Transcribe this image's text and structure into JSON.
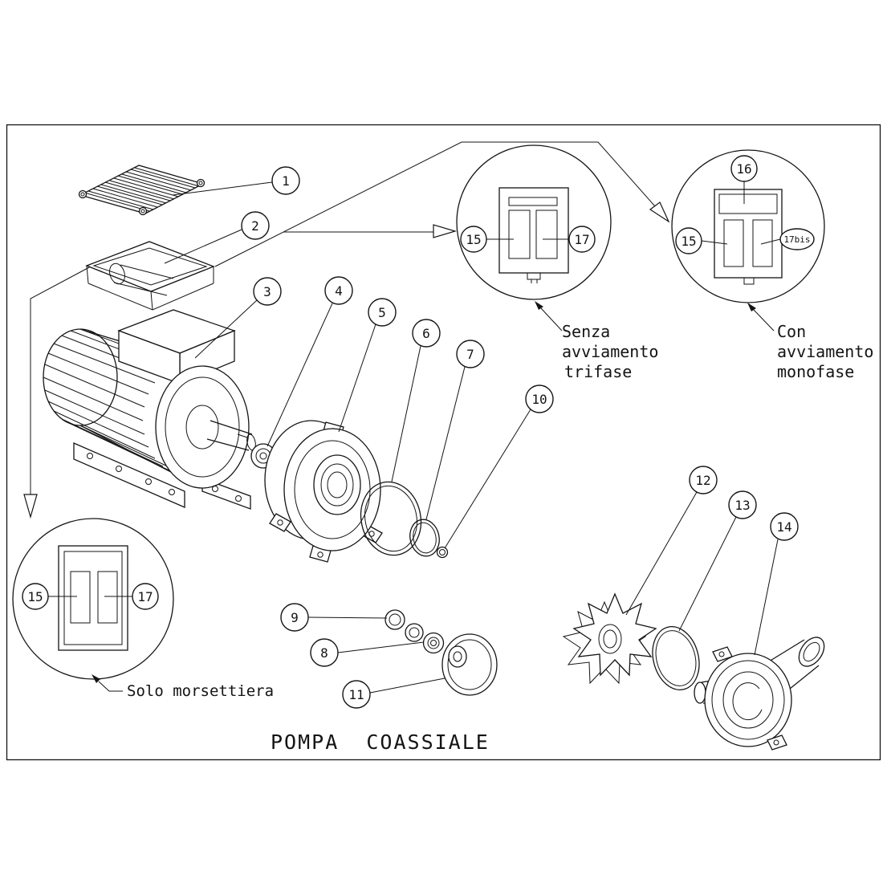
{
  "title": "POMPA  COASSIALE",
  "colors": {
    "ink": "#141414",
    "paper": "#ffffff"
  },
  "balloons": {
    "b1": "1",
    "b2": "2",
    "b3": "3",
    "b4": "4",
    "b5": "5",
    "b6": "6",
    "b7": "7",
    "b8": "8",
    "b9": "9",
    "b10": "10",
    "b11": "11",
    "b12": "12",
    "b13": "13",
    "b14": "14",
    "b15": "15",
    "b16": "16",
    "b17": "17",
    "b17bis": "17bis"
  },
  "notes": {
    "trifase_line1": "Senza",
    "trifase_line2": "avviamento",
    "trifase_line3": "trifase",
    "monofase_line1": "Con",
    "monofase_line2": "avviamento",
    "monofase_line3": "monofase",
    "morsettiera": "Solo morsettiera"
  }
}
